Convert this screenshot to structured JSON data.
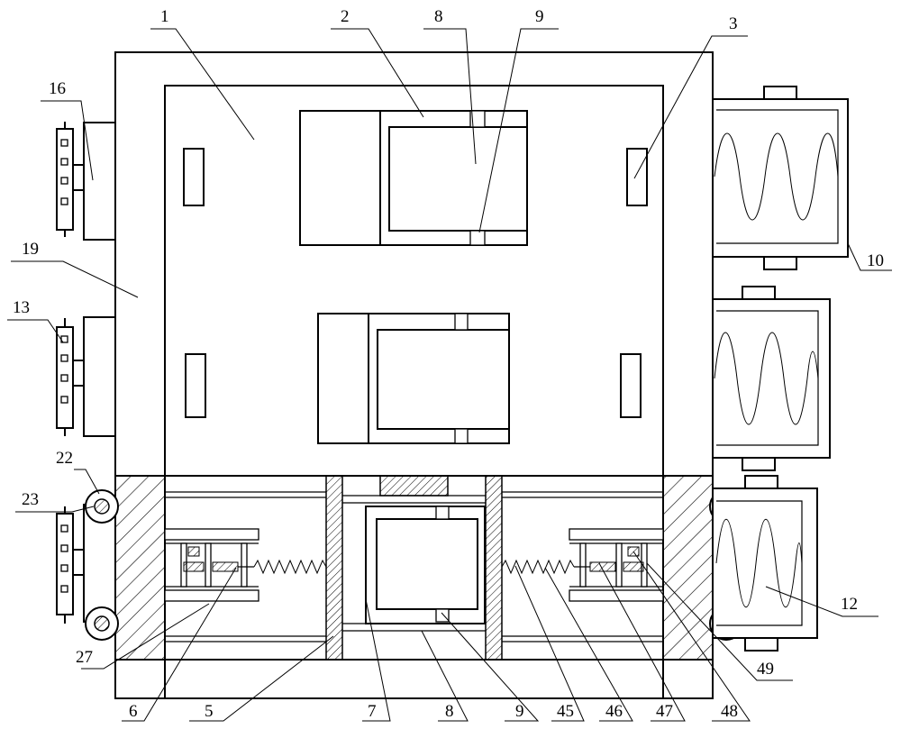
{
  "labels": {
    "l1": "1",
    "l2": "2",
    "l3": "3",
    "l8a": "8",
    "l9a": "9",
    "l16": "16",
    "l19": "19",
    "l13": "13",
    "l10": "10",
    "l12": "12",
    "l22": "22",
    "l23": "23",
    "l27": "27",
    "l49": "49",
    "l6": "6",
    "l5": "5",
    "l7": "7",
    "l8b": "8",
    "l9b": "9",
    "l45": "45",
    "l46": "46",
    "l47": "47",
    "l48": "48"
  }
}
